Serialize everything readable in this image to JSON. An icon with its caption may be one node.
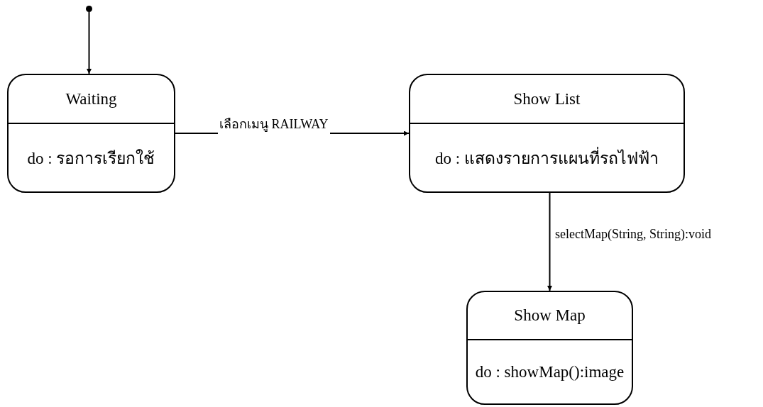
{
  "diagram": {
    "nodes": [
      {
        "text": [],
        "shape": "circle"
      },
      {
        "text": [
          "Waiting",
          "do : รอการเรียกใช้"
        ]
      },
      {
        "text": [
          "Show List",
          "do : แสดงรายการแผนที่รถไฟฟ้า"
        ]
      },
      {
        "text": [
          "Show Map",
          "do : showMap():image"
        ]
      }
    ],
    "edges": [
      {
        "from": 0,
        "to": 1,
        "arrow": "to"
      },
      {
        "from": 1,
        "to": 2,
        "arrow": "to",
        "label": "เลือกเมนู RAILWAY"
      },
      {
        "from": 2,
        "to": 3,
        "arrow": "to",
        "label": "selectMap(String, String):void"
      }
    ]
  }
}
